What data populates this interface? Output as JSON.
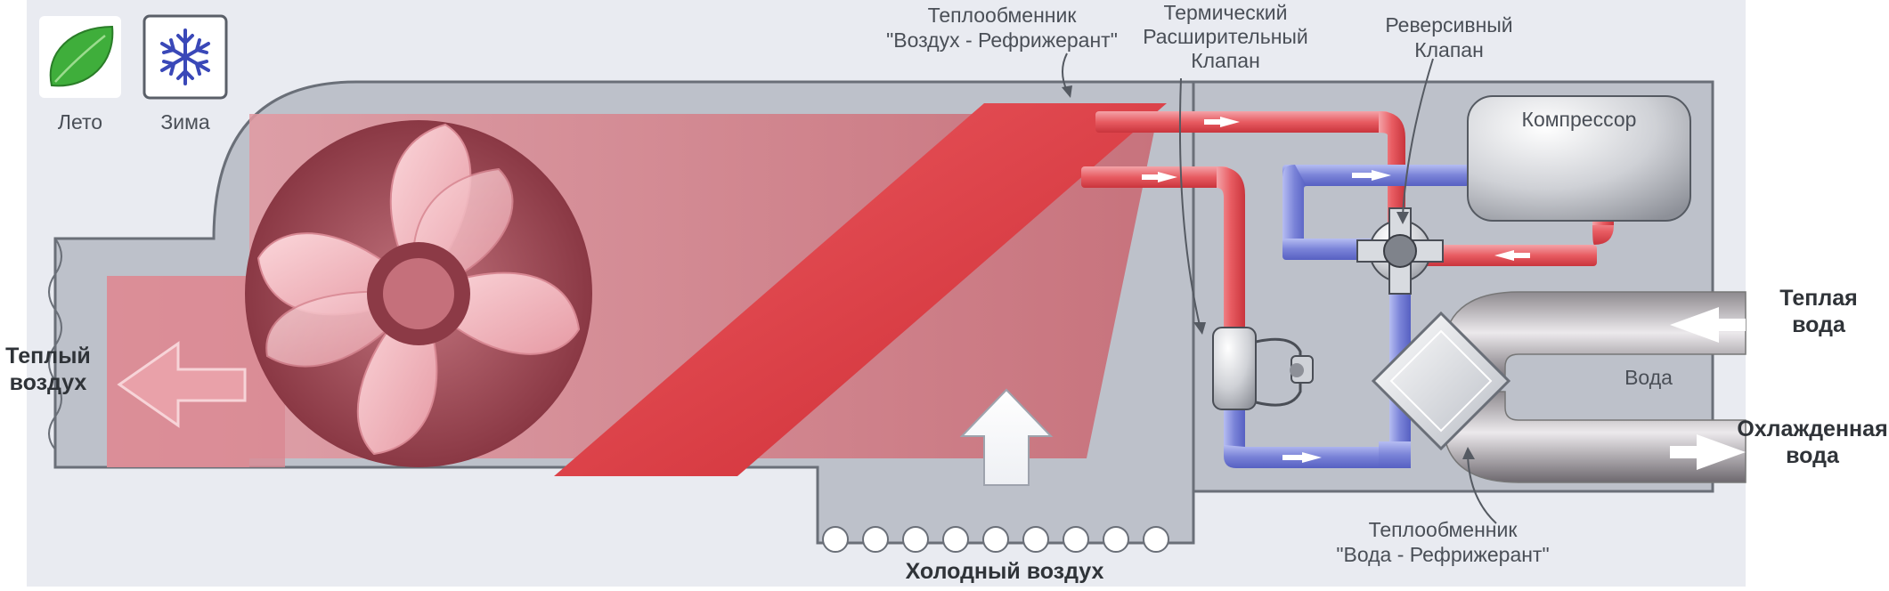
{
  "modes": [
    {
      "label": "Лето",
      "icon": "leaf-icon"
    },
    {
      "label": "Зима",
      "icon": "snowflake-icon"
    }
  ],
  "labels": {
    "hx_air": [
      "Теплообменник",
      "\"Воздух - Рефрижерант\""
    ],
    "txv": [
      "Термический",
      "Расширительный",
      "Клапан"
    ],
    "rev": [
      "Реверсивный",
      "Клапан"
    ],
    "compressor": "Компрессор",
    "water": "Вода",
    "warm_water": [
      "Теплая",
      "вода"
    ],
    "chilled_water": [
      "Охлажденная",
      "вода"
    ],
    "hx_water": [
      "Теплообменник",
      "\"Вода - Рефрижерант\""
    ],
    "warm_air": [
      "Теплый",
      "воздух"
    ],
    "cold_air": "Холодный воздух"
  },
  "colors": {
    "background": "#e9ebf1",
    "housing": "#b9bdc6",
    "outline": "#6a6f78",
    "hot_pipe": "#e85c62",
    "cold_pipe": "#7a83d8",
    "coil": "#e0343c",
    "warm_air": "#d97d88",
    "leaf": "#3fae3b",
    "snowflake": "#3a48b8"
  }
}
